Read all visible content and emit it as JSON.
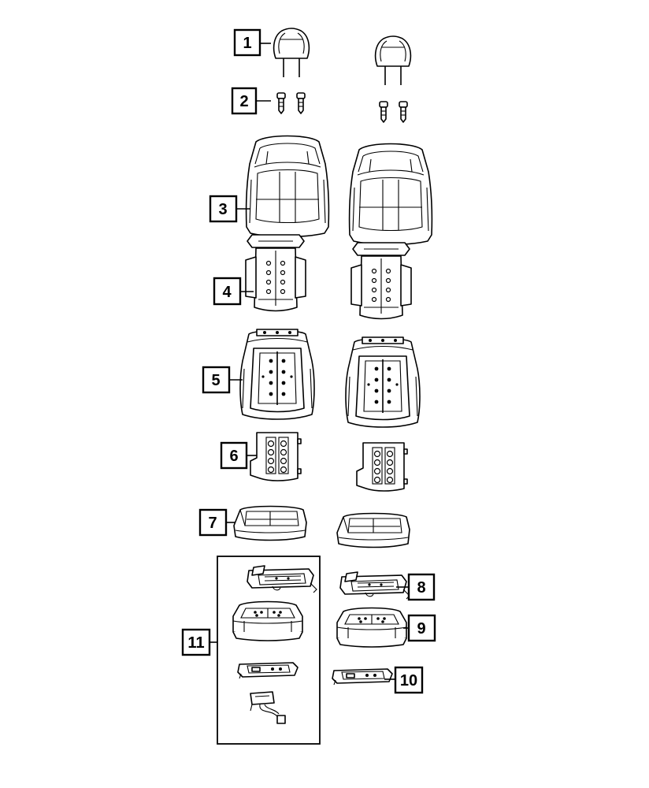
{
  "callouts": [
    {
      "id": "1",
      "label": "1"
    },
    {
      "id": "2",
      "label": "2"
    },
    {
      "id": "3",
      "label": "3"
    },
    {
      "id": "4",
      "label": "4"
    },
    {
      "id": "5",
      "label": "5"
    },
    {
      "id": "6",
      "label": "6"
    },
    {
      "id": "7",
      "label": "7"
    },
    {
      "id": "8",
      "label": "8"
    },
    {
      "id": "9",
      "label": "9"
    },
    {
      "id": "10",
      "label": "10"
    },
    {
      "id": "11",
      "label": "11"
    }
  ],
  "colors": {
    "line": "#000000",
    "background": "#ffffff"
  },
  "icons": {
    "headrest": "headrest-icon",
    "guide_pin": "headrest-guide-icon",
    "back_cover": "seat-back-cover-icon",
    "back_pad": "seat-back-pad-icon",
    "back_frame": "seat-back-frame-icon",
    "heater": "seat-heater-icon",
    "cushion_cover": "seat-cushion-cover-icon",
    "cushion_heater": "cushion-heater-icon",
    "cushion_pad": "seat-cushion-pad-icon",
    "sensor": "occupant-sensor-icon",
    "harness": "wire-harness-icon"
  }
}
